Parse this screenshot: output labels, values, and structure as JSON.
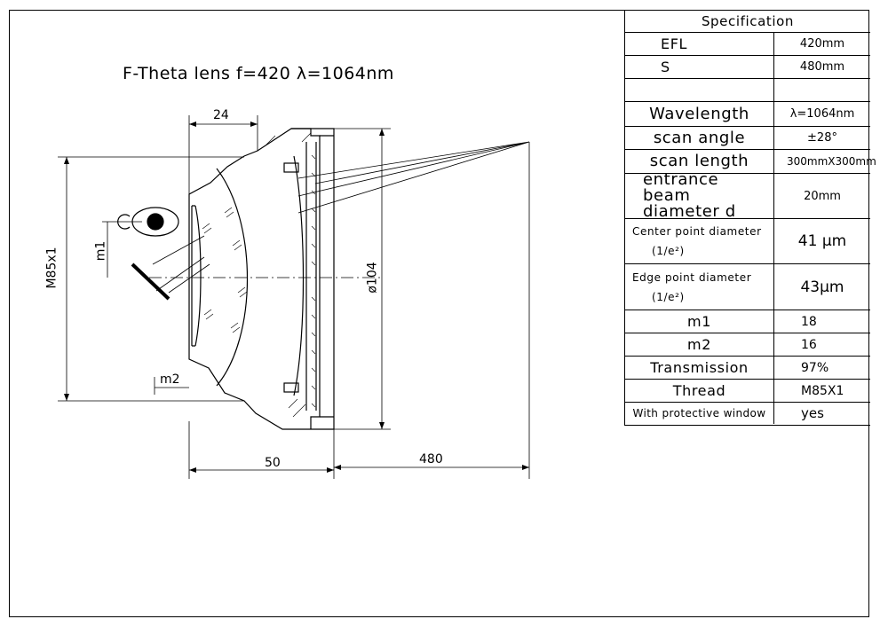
{
  "drawing": {
    "title": "F-Theta lens   f=420  λ=1064nm",
    "dimensions": {
      "top_width": "24",
      "thread": "M85x1",
      "m1": "m1",
      "m2": "m2",
      "diameter": "ø104",
      "length": "50",
      "working_distance": "480"
    }
  },
  "spec": {
    "header": "Specification",
    "rows": [
      {
        "key": "EFL",
        "value": "420mm"
      },
      {
        "key": "S",
        "value": "480mm"
      },
      {
        "key": "",
        "value": ""
      },
      {
        "key": "Wavelength",
        "value": "λ=1064nm"
      },
      {
        "key": "scan angle",
        "value": "±28°"
      },
      {
        "key": "scan length",
        "value": "300mmX300mm"
      },
      {
        "key": "entrance beam diameter d",
        "value": "20mm"
      },
      {
        "key": "Center point diameter",
        "key_sub": "(1/e²)",
        "value": "41 μm"
      },
      {
        "key": "Edge point diameter",
        "key_sub": "(1/e²)",
        "value": "43μm"
      },
      {
        "key": "m1",
        "value": "18"
      },
      {
        "key": "m2",
        "value": "16"
      },
      {
        "key": "Transmission",
        "value": "97%"
      },
      {
        "key": "Thread",
        "value": "M85X1"
      },
      {
        "key": "With protective window",
        "value": "yes"
      }
    ]
  }
}
